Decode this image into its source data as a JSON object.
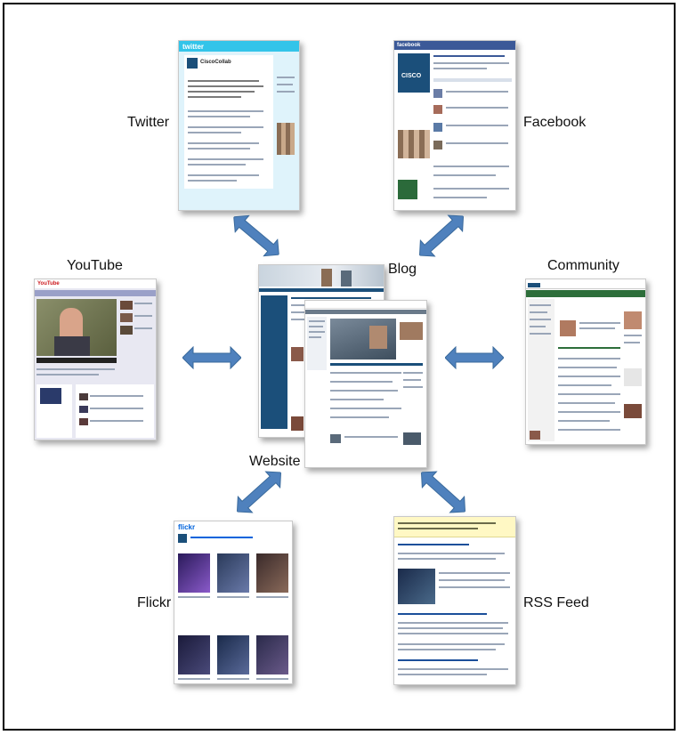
{
  "title": "",
  "colors": {
    "arrow": "#4f81bd",
    "arrow_dark": "#3a6a9c",
    "twitter_blue": "#33c4e9",
    "facebook_blue": "#3b5998",
    "youtube_red": "#cc181e",
    "cisco_blue": "#1b4f7a",
    "rss_yellow": "#fff8c4"
  },
  "nodes": {
    "twitter": {
      "label": "Twitter",
      "screen_text": "CiscoCollab",
      "logo_text": "twitter"
    },
    "facebook": {
      "label": "Facebook",
      "logo_text": "facebook",
      "brand_text": "CISCO"
    },
    "youtube": {
      "label": "YouTube",
      "logo_text": "YouTube"
    },
    "blog": {
      "label": "Blog"
    },
    "community": {
      "label": "Community"
    },
    "website": {
      "label": "Website"
    },
    "flickr": {
      "label": "Flickr",
      "logo_text": "flickr"
    },
    "rss": {
      "label": "RSS Feed"
    }
  },
  "connections": [
    {
      "from": "twitter",
      "to": "blog",
      "icon": "double-arrow-icon"
    },
    {
      "from": "facebook",
      "to": "blog",
      "icon": "double-arrow-icon"
    },
    {
      "from": "youtube",
      "to": "website",
      "icon": "double-arrow-icon"
    },
    {
      "from": "community",
      "to": "website",
      "icon": "double-arrow-icon"
    },
    {
      "from": "flickr",
      "to": "website",
      "icon": "double-arrow-icon"
    },
    {
      "from": "rss",
      "to": "website",
      "icon": "double-arrow-icon"
    }
  ]
}
